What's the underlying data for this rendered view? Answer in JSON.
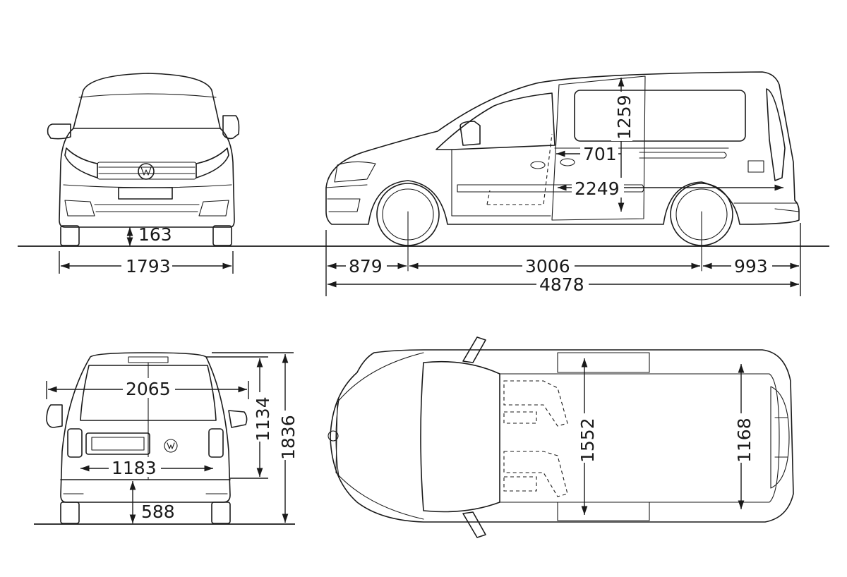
{
  "dimensions": {
    "ground_clearance": "163",
    "front_width": "1793",
    "window_height": "1259",
    "sliding_door_width": "701",
    "load_length_floor": "2249",
    "front_overhang": "879",
    "wheelbase": "3006",
    "rear_overhang": "993",
    "overall_length": "4878",
    "width_incl_mirrors": "2065",
    "rear_door_height": "1134",
    "overall_height": "1836",
    "rear_opening_width": "1183",
    "load_sill_height": "588",
    "load_width_max": "1552",
    "load_width_wheelarch": "1168"
  },
  "colors": {
    "line": "#1a1a1a",
    "background": "#ffffff"
  },
  "icons": [
    "vw-logo-icon"
  ]
}
